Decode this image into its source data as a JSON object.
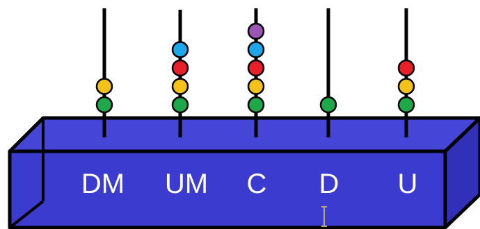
{
  "colors": {
    "box_front": "#3b3bd0",
    "box_top": "#4545d8",
    "box_side": "#3030b8",
    "outline": "#000000",
    "green": "#1fa84a",
    "yellow": "#f5c21b",
    "red": "#e8202a",
    "blue": "#1ea6e8",
    "purple": "#9b55b5"
  },
  "rods": [
    {
      "label": "DM",
      "beads_bottom_to_top": [
        "green",
        "yellow"
      ]
    },
    {
      "label": "UM",
      "beads_bottom_to_top": [
        "green",
        "yellow",
        "red",
        "blue"
      ]
    },
    {
      "label": "C",
      "beads_bottom_to_top": [
        "green",
        "yellow",
        "red",
        "blue",
        "purple"
      ]
    },
    {
      "label": "D",
      "beads_bottom_to_top": [
        "green"
      ]
    },
    {
      "label": "U",
      "beads_bottom_to_top": [
        "green",
        "yellow",
        "red"
      ]
    }
  ],
  "cursor": "text-cursor-icon"
}
